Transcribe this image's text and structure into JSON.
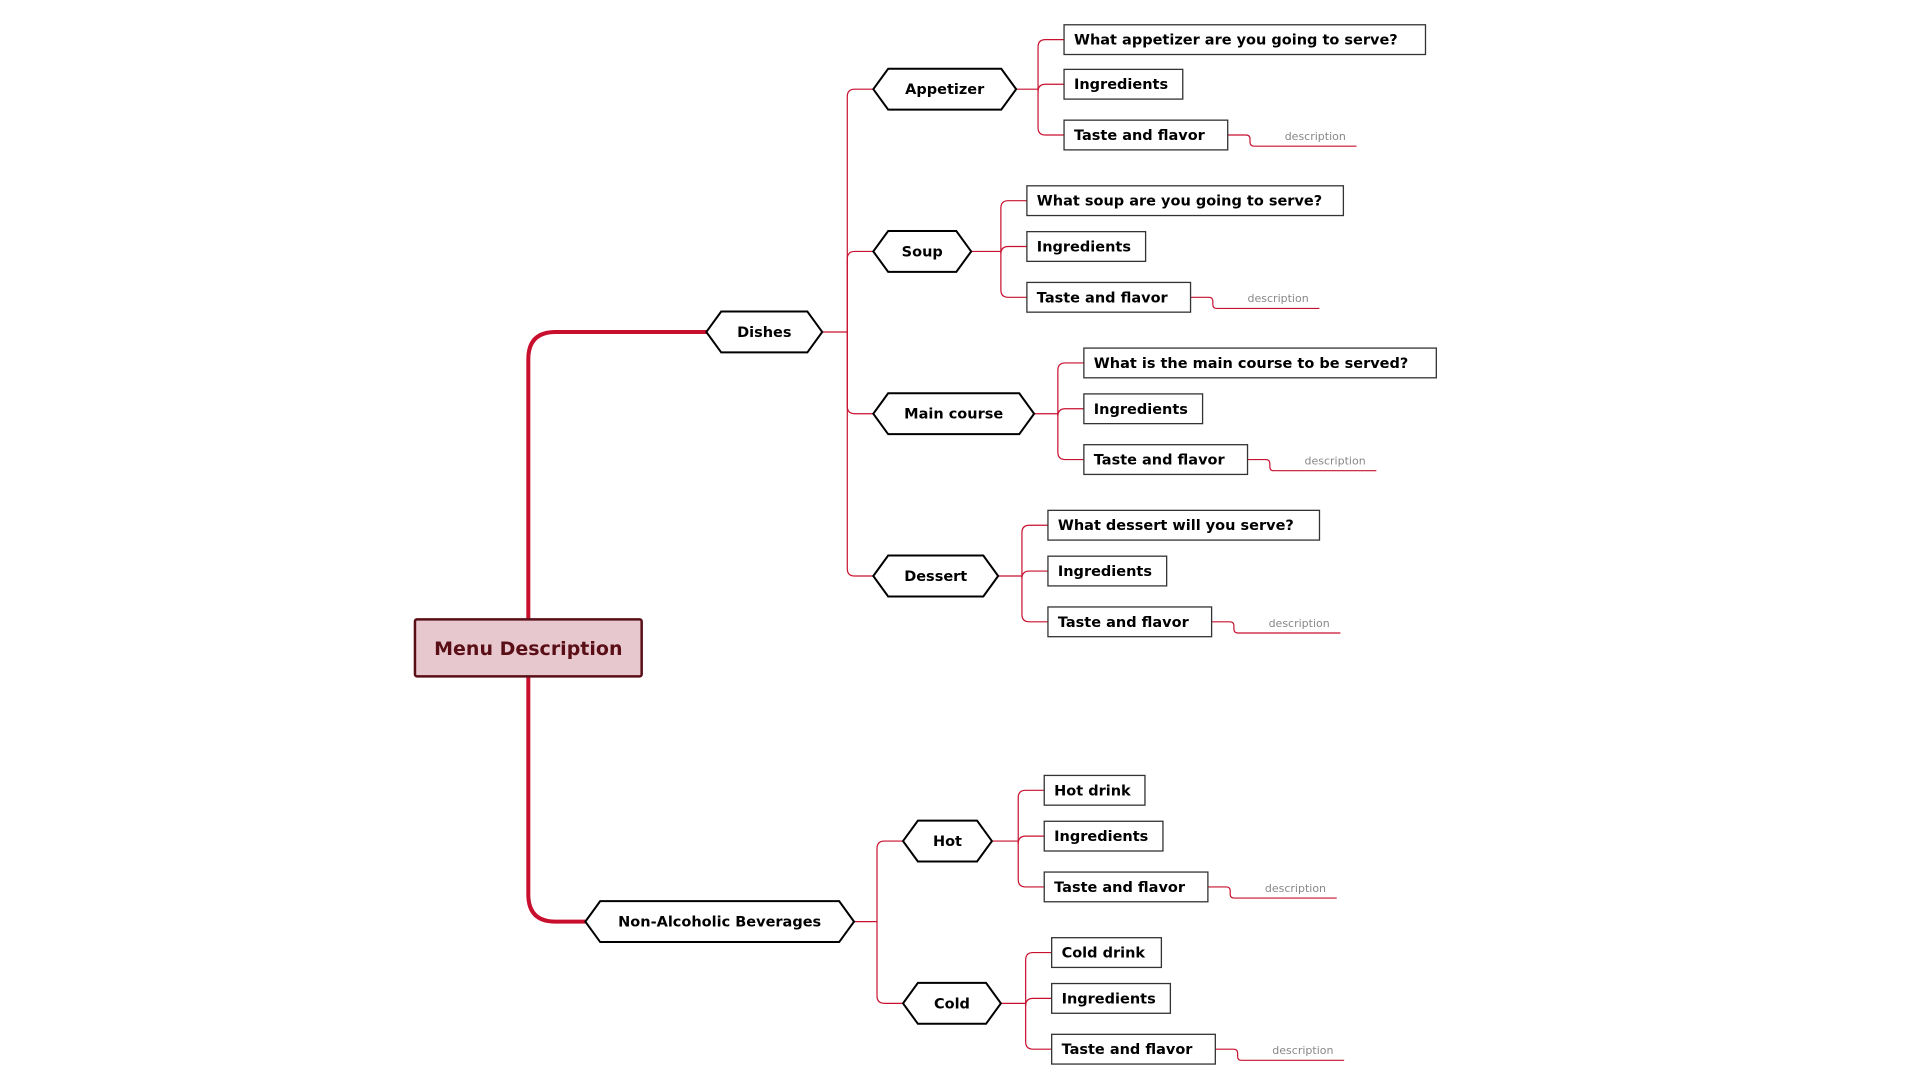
{
  "colors": {
    "connector": "#c8102e",
    "root_fill": "#e8c8cf",
    "root_border": "#5a0f17",
    "root_text": "#5a0f17",
    "node_border": "#000000",
    "note_text": "#888888"
  },
  "root": {
    "label": "Menu Description"
  },
  "branches": [
    {
      "label": "Dishes",
      "children": [
        {
          "label": "Appetizer",
          "items": [
            "What appetizer are you going to serve?",
            "Ingredients",
            "Taste and flavor"
          ],
          "note": "description"
        },
        {
          "label": "Soup",
          "items": [
            "What soup are you going to serve?",
            "Ingredients",
            "Taste and flavor"
          ],
          "note": "description"
        },
        {
          "label": "Main course",
          "items": [
            "What is the main course to be served?",
            "Ingredients",
            "Taste and flavor"
          ],
          "note": "description"
        },
        {
          "label": "Dessert",
          "items": [
            "What dessert will you serve?",
            "Ingredients",
            "Taste and flavor"
          ],
          "note": "description"
        }
      ]
    },
    {
      "label": "Non-Alcoholic Beverages",
      "children": [
        {
          "label": "Hot",
          "items": [
            "Hot drink",
            "Ingredients",
            "Taste and flavor"
          ],
          "note": "description"
        },
        {
          "label": "Cold",
          "items": [
            "Cold drink",
            "Ingredients",
            "Taste and flavor"
          ],
          "note": "description"
        }
      ]
    }
  ]
}
